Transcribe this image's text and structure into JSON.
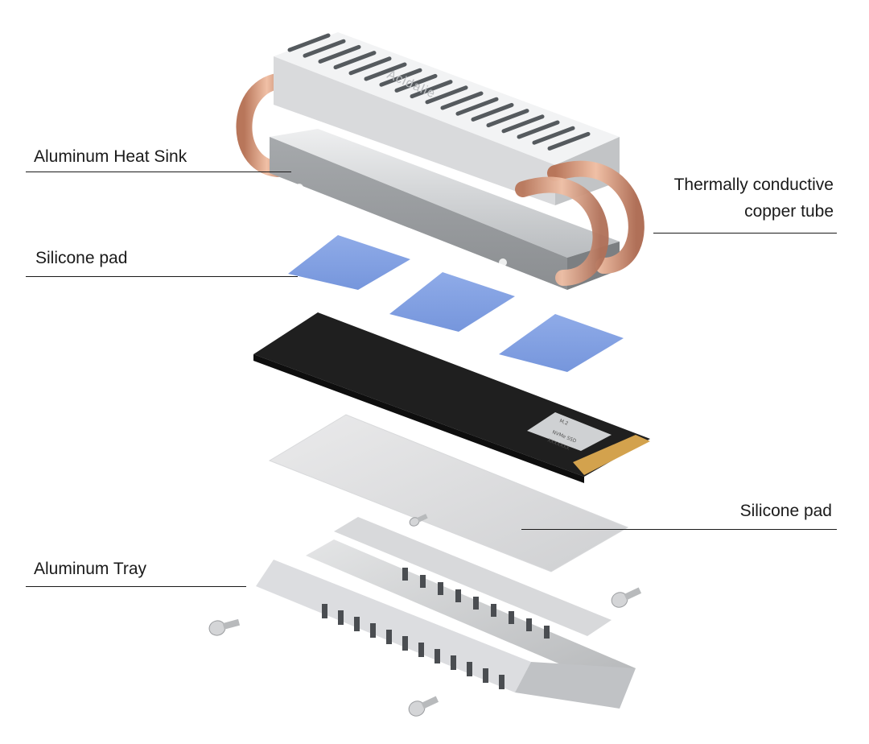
{
  "callouts": {
    "heat_sink": "Aluminum Heat Sink",
    "copper_tube": {
      "line1": "Thermally conductive",
      "line2": "copper tube"
    },
    "silicone_pad_top": "Silicone pad",
    "silicone_pad_bottom": "Silicone pad",
    "tray": "Aluminum Tray"
  },
  "brand_logo": "Acidalie",
  "ssd_label": {
    "line1": "M.2",
    "line2": "NVMe SSD",
    "line3": "XXXXXXX"
  },
  "colors": {
    "aluminum": "#c9cbcd",
    "copper": "#d89878",
    "silicone_pad": "#7f9fe2",
    "pcb": "#1f1f1f",
    "gold_contacts": "#d3a24d",
    "leader_line": "#1a1a1a"
  }
}
